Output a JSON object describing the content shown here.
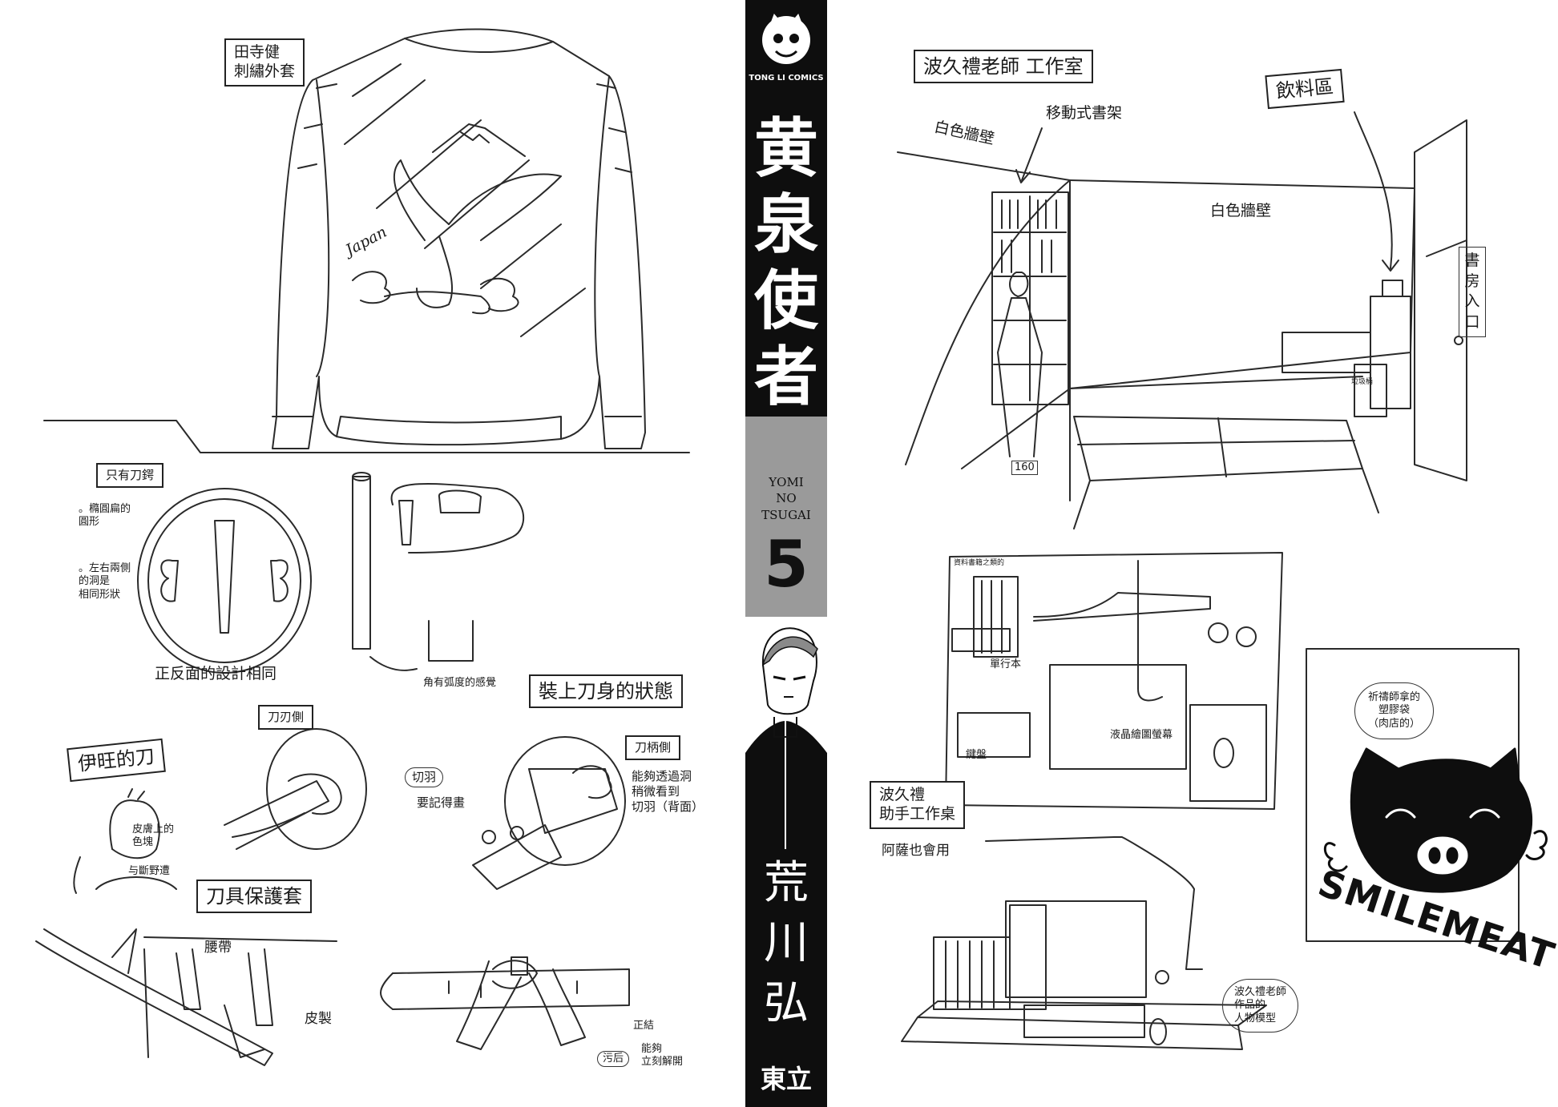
{
  "spine": {
    "logo_text": "TONG LI COMICS",
    "title_chars": [
      "黄",
      "泉",
      "使",
      "者"
    ],
    "romaji": [
      "YOMI",
      "NO",
      "TSUGAI"
    ],
    "volume": "5",
    "author_chars": [
      "荒",
      "川",
      "弘"
    ],
    "publisher": "東立"
  },
  "left_page": {
    "jacket_label": [
      "田寺健",
      "刺繡外套"
    ],
    "jacket_embroidery_text": "Japan",
    "guard_label": "只有刀鍔",
    "guard_note_1": [
      "。橢圓扁的",
      "圓形"
    ],
    "guard_note_2": [
      "。左右兩側",
      "的洞是",
      "相同形狀"
    ],
    "both_sides_same": "正反面的設計相同",
    "angled_note": "角有弧度的感覺",
    "attached_title": "裝上刀身的狀態",
    "blade_side": "刀刃側",
    "kiriha": "切羽",
    "remember_draw": "要記得畫",
    "hilt_side": "刀柄側",
    "see_through": [
      "能夠透過洞",
      "稍微看到",
      "切羽（背面）"
    ],
    "iwang_title": "伊旺的刀",
    "skin_note": [
      "皮膚上的",
      "色塊"
    ],
    "nokubi_note": "与斷野遭",
    "sheath_title": "刀具保護套",
    "belt": "腰帶",
    "leather": "皮製",
    "front_knot": "正結",
    "dirty": "污后",
    "can_untie": [
      "能夠",
      "立刻解開"
    ]
  },
  "right_page": {
    "studio_title": "波久禮老師 工作室",
    "drinks": "飲料區",
    "mobile_shelf": "移動式書架",
    "white_wall_left": "白色牆壁",
    "white_wall_back": "白色牆壁",
    "study_entrance": "書房入口",
    "height_mark": "160",
    "trash_label": "垃圾桶",
    "shelf_top_label": "資料書籍之類的",
    "paperbacks": "單行本",
    "tablet": "液晶繪圖螢幕",
    "keyboard": "鍵盤",
    "assistant_desk": [
      "波久禮",
      "助手工作桌"
    ],
    "asa_uses": "阿薩也會用",
    "figures_note": [
      "波久禮老師",
      "作品的",
      "人物模型"
    ],
    "bag_note": [
      "祈禱師拿的",
      "塑膠袋",
      "（肉店的）"
    ],
    "smilemeat": "SMILEMEAT"
  }
}
